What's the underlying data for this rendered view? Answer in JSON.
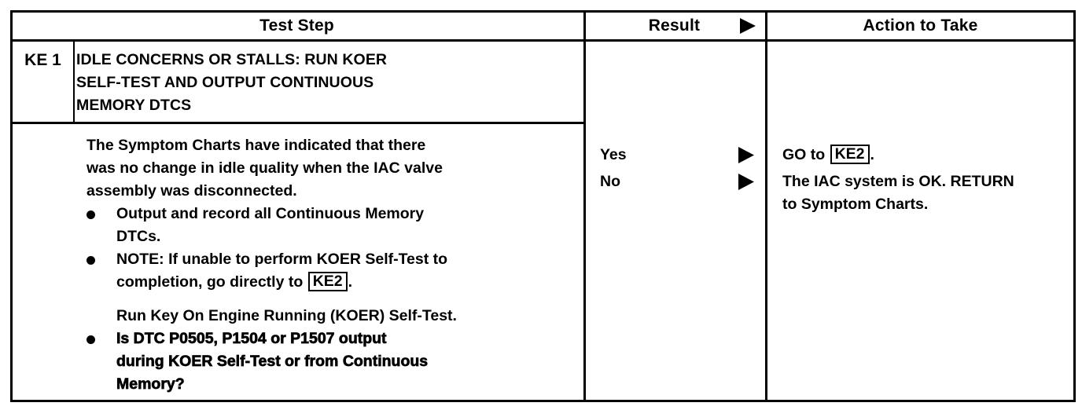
{
  "document": {
    "type": "diagnostic-pinpoint-test-table"
  },
  "table": {
    "headers": {
      "test_step": "Test Step",
      "result": "Result",
      "action_to_take": "Action to Take",
      "result_arrow_icon": "triangle-right-icon"
    },
    "step": {
      "code": "KE 1",
      "title_lines": [
        "IDLE CONCERNS OR STALLS: RUN KOER",
        "SELF-TEST AND OUTPUT CONTINUOUS",
        "MEMORY DTCS"
      ],
      "body": {
        "intro_lines": [
          "The Symptom Charts have indicated that there",
          "was no change in idle quality when the IAC valve",
          "assembly was disconnected."
        ],
        "bullets": [
          {
            "lines": [
              "Output and record all Continuous Memory",
              "DTCs."
            ],
            "emphasis": "normal"
          },
          {
            "lines": [
              "NOTE: If unable to perform KOER Self-Test to",
              "completion, go directly to "
            ],
            "ref": "KE2",
            "ref_suffix": ".",
            "emphasis": "normal"
          }
        ],
        "run_line": "Run Key On Engine Running (KOER) Self-Test.",
        "question_bullet": {
          "lines": [
            "Is DTC P0505, P1504 or P1507 output",
            "during KOER Self-Test or from Continuous",
            "Memory?"
          ],
          "emphasis": "heavy"
        }
      }
    },
    "results": [
      {
        "label": "Yes",
        "arrow_icon": "triangle-right-icon"
      },
      {
        "label": "No",
        "arrow_icon": "triangle-right-icon"
      }
    ],
    "actions": [
      {
        "prefix": "GO to ",
        "ref": "KE2",
        "suffix": ".",
        "extra_lines": []
      },
      {
        "prefix": "",
        "ref": "",
        "suffix": "",
        "extra_lines": [
          "The IAC system is OK. RETURN",
          "to Symptom Charts."
        ]
      }
    ]
  },
  "colors": {
    "ink": "#000000",
    "paper": "#ffffff"
  }
}
